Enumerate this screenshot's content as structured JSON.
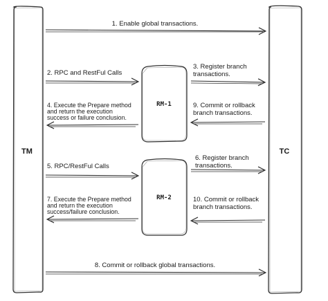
{
  "nodes": {
    "tm": "TM",
    "tc": "TC",
    "rm1": "RM-1",
    "rm2": "RM-2"
  },
  "edges": {
    "e1": "1. Enable global transactions.",
    "e2": "2. RPC and RestFul Calls",
    "e3_l1": "3. Register branch",
    "e3_l2": "transactions.",
    "e4_l1": "4. Execute the Prepare method",
    "e4_l2": "and return the execution",
    "e4_l3": "success or failure conclusion.",
    "e5": "5. RPC/RestFul Calls",
    "e6_l1": "6. Register branch",
    "e6_l2": "transactions.",
    "e7_l1": "7. Execute the Prepare method",
    "e7_l2": "and return the execution",
    "e7_l3": "success/failure conclusion.",
    "e8": "8. Commit or rollback global transactions.",
    "e9_l1": "9. Commit or rollback",
    "e9_l2": "branch transactions.",
    "e10_l1": "10. Commit or rollback",
    "e10_l2": "branch transactions."
  },
  "colors": {
    "stroke": "#333333",
    "text": "#1a1a1a",
    "background": "#ffffff"
  }
}
